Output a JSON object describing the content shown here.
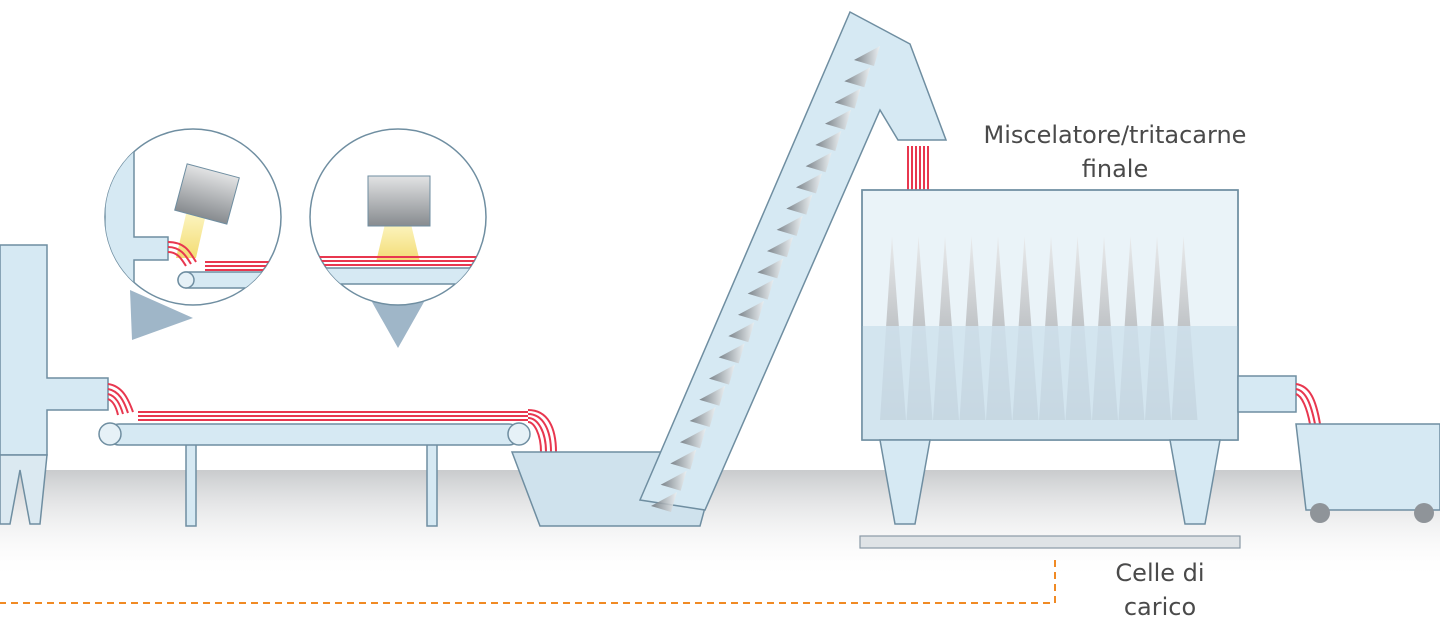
{
  "labels": {
    "mixer_line1": "Miscelatore/tritacarne",
    "mixer_line2": "finale",
    "cells_line1": "Celle di",
    "cells_line2": "carico"
  },
  "colors": {
    "equipment_fill": "#d6e9f3",
    "equipment_stroke": "#6f8ea1",
    "product_stripe": "#e8374f",
    "floor": "#cfd2d4",
    "sensor_beam": "#f5e27a",
    "signal_line": "#f08a24",
    "support_cone": "#9fb6c8"
  },
  "icons": {
    "zoom_circle_1": "angled-sensor-detail",
    "zoom_circle_2": "top-sensor-detail"
  }
}
